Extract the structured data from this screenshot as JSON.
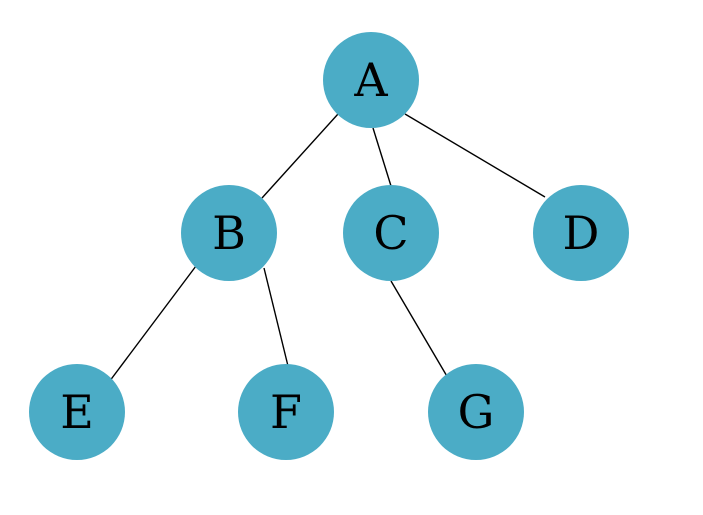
{
  "diagram": {
    "node_fill": "#4bacc6",
    "edge_color": "#000000",
    "nodes": [
      {
        "id": "A",
        "label": "A"
      },
      {
        "id": "B",
        "label": "B"
      },
      {
        "id": "C",
        "label": "C"
      },
      {
        "id": "D",
        "label": "D"
      },
      {
        "id": "E",
        "label": "E"
      },
      {
        "id": "F",
        "label": "F"
      },
      {
        "id": "G",
        "label": "G"
      }
    ],
    "edges": [
      {
        "from": "A",
        "to": "B"
      },
      {
        "from": "A",
        "to": "C"
      },
      {
        "from": "A",
        "to": "D"
      },
      {
        "from": "B",
        "to": "E"
      },
      {
        "from": "B",
        "to": "F"
      },
      {
        "from": "C",
        "to": "G"
      }
    ]
  }
}
